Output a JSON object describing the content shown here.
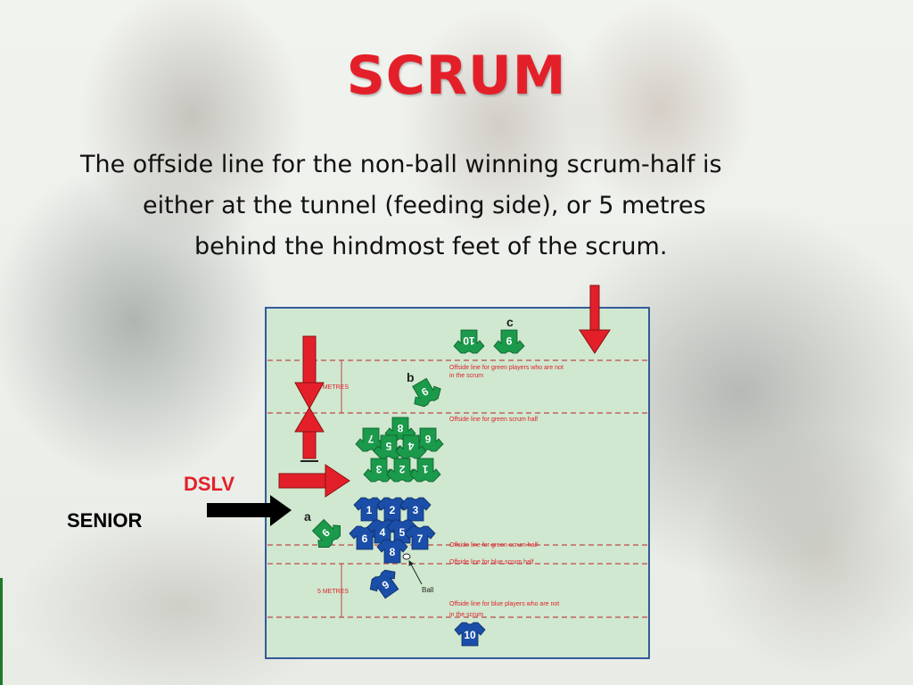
{
  "title": "SCRUM",
  "body": {
    "line1": "The offside line for the non-ball winning scrum-half is",
    "line2": "either at the tunnel (feeding side), or 5 metres",
    "line3": "behind the hindmost feet of the scrum."
  },
  "labels": {
    "dslv": "DSLV",
    "senior": "SENIOR"
  },
  "diagram": {
    "letter_a": "a",
    "letter_b": "b",
    "letter_c": "c",
    "metres_top": "5 METRES",
    "metres_bottom": "5 METRES",
    "line_green_offside_1": "Offside line for green players who are not",
    "line_green_offside_2": "in the scrum",
    "line_green_scrum_half_top": "Offside line for green scrum half",
    "line_green_scrum_half": "Offside line for green scrum half",
    "line_blue_scrum_half": "Offside line for blue scrum half",
    "line_blue_offside_1": "Offside line for blue players who are not",
    "line_blue_offside_2": "in the scrum",
    "ball": "Ball",
    "green_players": [
      "10",
      "9",
      "9",
      "8",
      "7",
      "6",
      "5",
      "4",
      "3",
      "2",
      "1",
      "9"
    ],
    "blue_players": [
      "1",
      "2",
      "3",
      "6",
      "4",
      "5",
      "7",
      "8",
      "9",
      "10"
    ],
    "colors": {
      "field": "#cfe8cf",
      "green": "#1a9a4a",
      "blue": "#1a4ea8",
      "red_line": "#c0494a",
      "arrow_red": "#e3202a"
    }
  }
}
